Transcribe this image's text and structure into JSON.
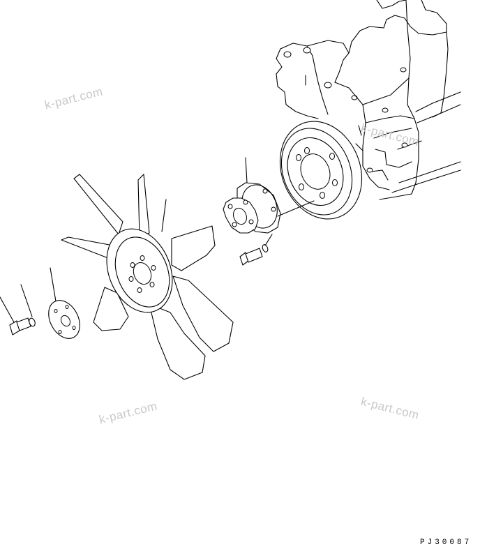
{
  "diagram": {
    "drawing_code": "PJ30087",
    "watermarks": [
      "k-part.com",
      "k-part.com",
      "k-part.com",
      "k-part.com"
    ],
    "line_color": "#000000",
    "watermark_color": "#c8c8c8",
    "background_color": "#ffffff"
  }
}
